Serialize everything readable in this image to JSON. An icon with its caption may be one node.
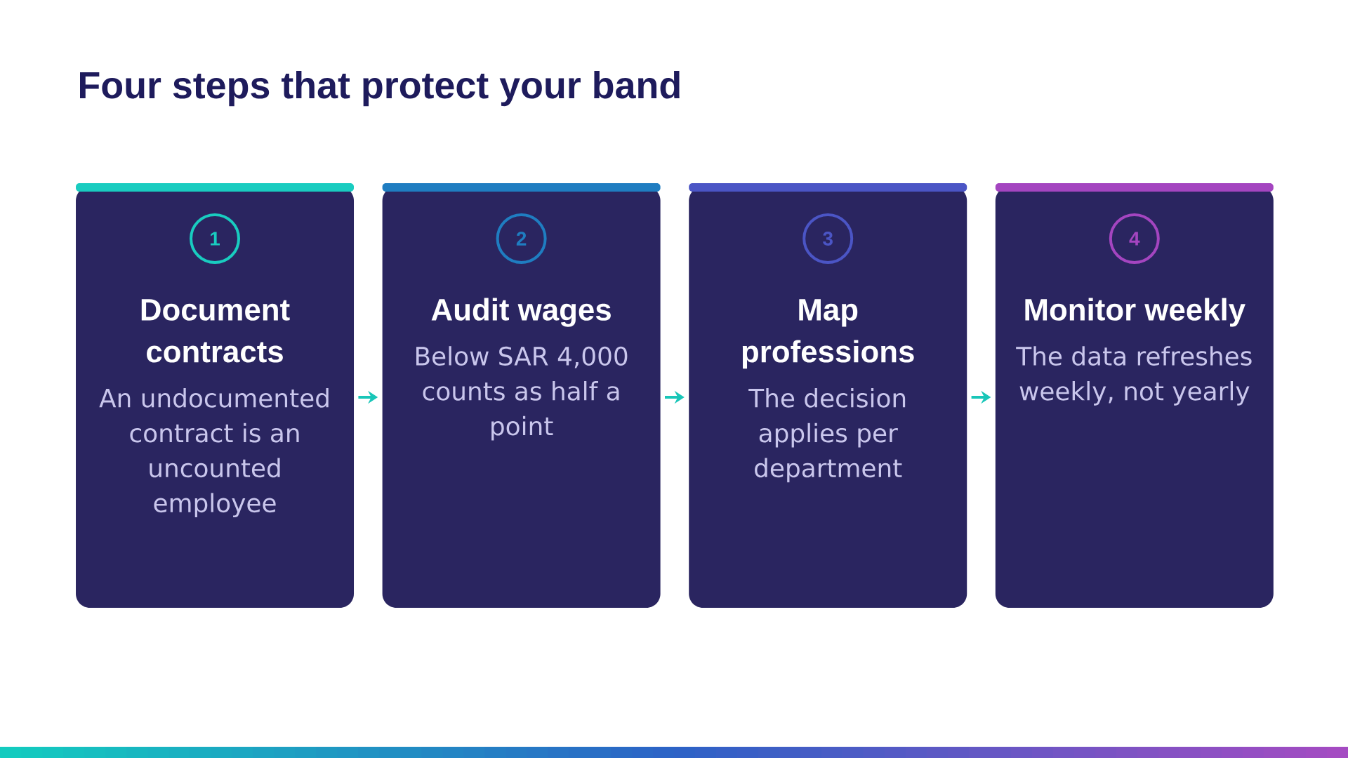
{
  "diagram": {
    "title": "Four steps that protect your band",
    "nodes": [
      {
        "text": [
          "Document contracts",
          "An undocumented contract is an uncounted employee"
        ]
      },
      {
        "text": [
          "1"
        ],
        "in": 0
      },
      {
        "text": [
          "Audit wages",
          "Below SAR 4,000 counts as half a point"
        ]
      },
      {
        "text": [
          "2"
        ],
        "in": 2
      },
      {
        "text": [
          "Map professions",
          "The decision applies per department"
        ]
      },
      {
        "text": [
          "3"
        ],
        "in": 4
      },
      {
        "text": [
          "Monitor weekly",
          "The data refreshes weekly, not yearly"
        ]
      },
      {
        "text": [
          "4"
        ],
        "in": 6
      }
    ],
    "edges": [
      {
        "from": 0,
        "to": 2,
        "arrow": "to"
      },
      {
        "from": 2,
        "to": 4,
        "arrow": "to"
      },
      {
        "from": 4,
        "to": 6,
        "arrow": "to"
      }
    ]
  }
}
